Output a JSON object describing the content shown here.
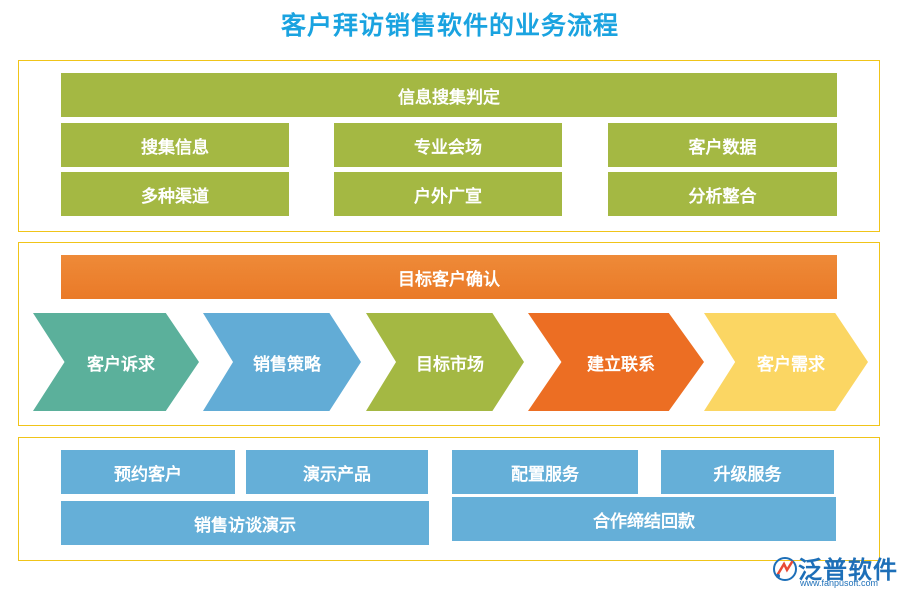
{
  "title": "客户拜访销售软件的业务流程",
  "section1": {
    "header": "信息搜集判定",
    "cells": [
      "搜集信息",
      "专业会场",
      "客户数据",
      "多种渠道",
      "户外广宣",
      "分析整合"
    ]
  },
  "section2": {
    "header": "目标客户确认",
    "steps": [
      {
        "label": "客户诉求",
        "color": "#5bb09b"
      },
      {
        "label": "销售策略",
        "color": "#62acd6"
      },
      {
        "label": "目标市场",
        "color": "#a4b843"
      },
      {
        "label": "建立联系",
        "color": "#ec6e23"
      },
      {
        "label": "客户需求",
        "color": "#fbd663"
      }
    ]
  },
  "section3": {
    "cells": [
      "预约客户",
      "演示产品",
      "配置服务",
      "升级服务",
      "销售访谈演示",
      "合作缔结回款"
    ]
  },
  "logo": {
    "name": "泛普软件",
    "url": "www.fanpusoft.com",
    "icon": "fanpu-logo-icon"
  }
}
